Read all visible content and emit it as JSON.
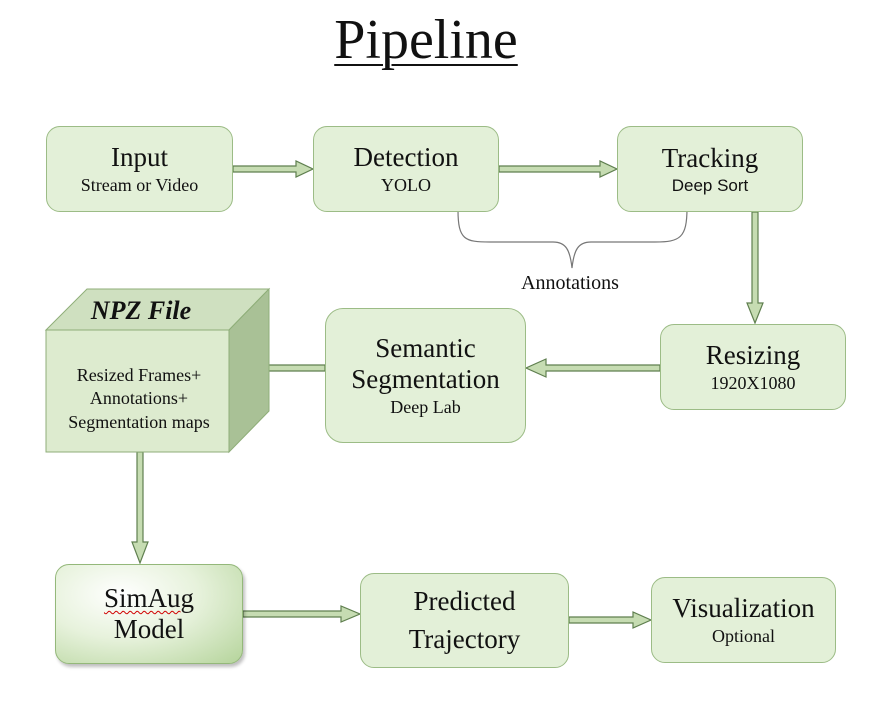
{
  "title": "Pipeline",
  "nodes": {
    "input": {
      "title": "Input",
      "subtitle": "Stream or Video"
    },
    "detection": {
      "title": "Detection",
      "subtitle": "YOLO"
    },
    "tracking": {
      "title": "Tracking",
      "subtitle": "Deep Sort"
    },
    "resizing": {
      "title": "Resizing",
      "subtitle": "1920X1080"
    },
    "segmentation": {
      "title_line1": "Semantic",
      "title_line2": "Segmentation",
      "subtitle": "Deep Lab"
    },
    "npz": {
      "title": "NPZ File",
      "line1": "Resized Frames+",
      "line2": "Annotations+",
      "line3": "Segmentation maps"
    },
    "simaug": {
      "title_line1": "SimAug",
      "title_line2": "Model"
    },
    "predicted": {
      "title_line1": "Predicted",
      "title_line2": "Trajectory"
    },
    "visualization": {
      "title": "Visualization",
      "subtitle": "Optional"
    }
  },
  "annotations_label": "Annotations",
  "colors": {
    "box_fill": "#e3f0d8",
    "box_border": "#9cbc86",
    "arrow_fill": "#c6dcb2",
    "arrow_stroke": "#5f7f4f",
    "cube_front": "#ddebcf",
    "cube_top": "#cfe0c0",
    "cube_side": "#a9c196"
  }
}
